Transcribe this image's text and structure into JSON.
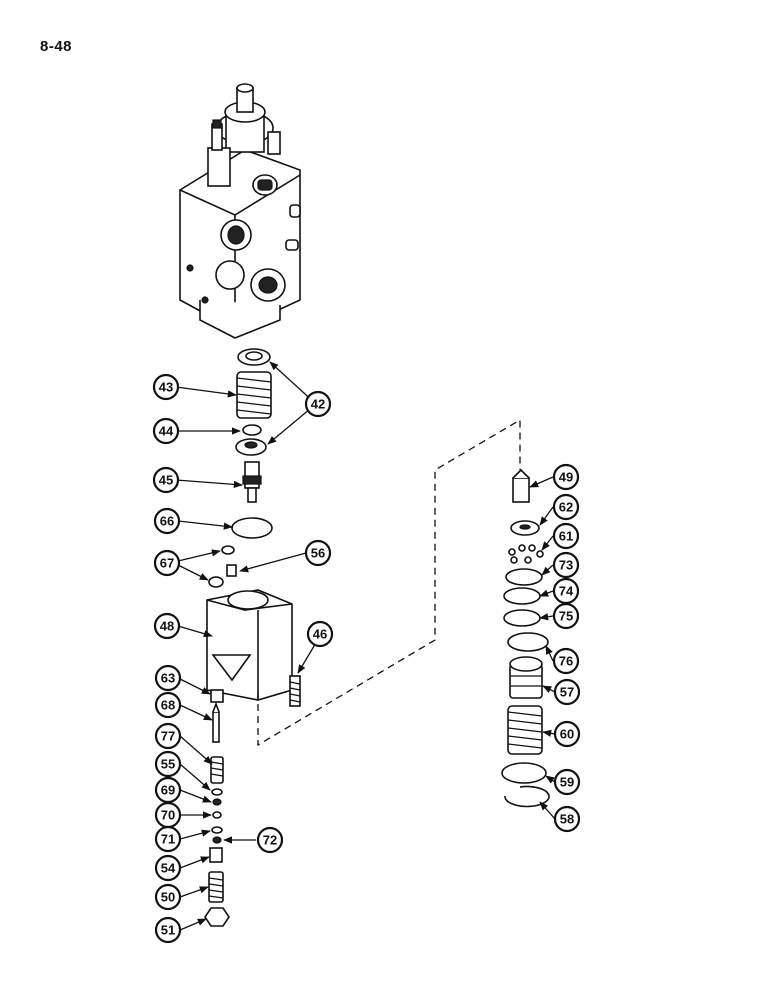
{
  "page": {
    "number": "8-48"
  },
  "colors": {
    "ink": "#111111",
    "paper": "#ffffff",
    "shade": "#9a9a9a"
  },
  "callouts": [
    "42",
    "43",
    "44",
    "45",
    "66",
    "56",
    "67",
    "48",
    "46",
    "63",
    "68",
    "77",
    "55",
    "69",
    "70",
    "71",
    "72",
    "54",
    "50",
    "51",
    "49",
    "62",
    "61",
    "73",
    "74",
    "75",
    "76",
    "57",
    "60",
    "59",
    "58"
  ]
}
